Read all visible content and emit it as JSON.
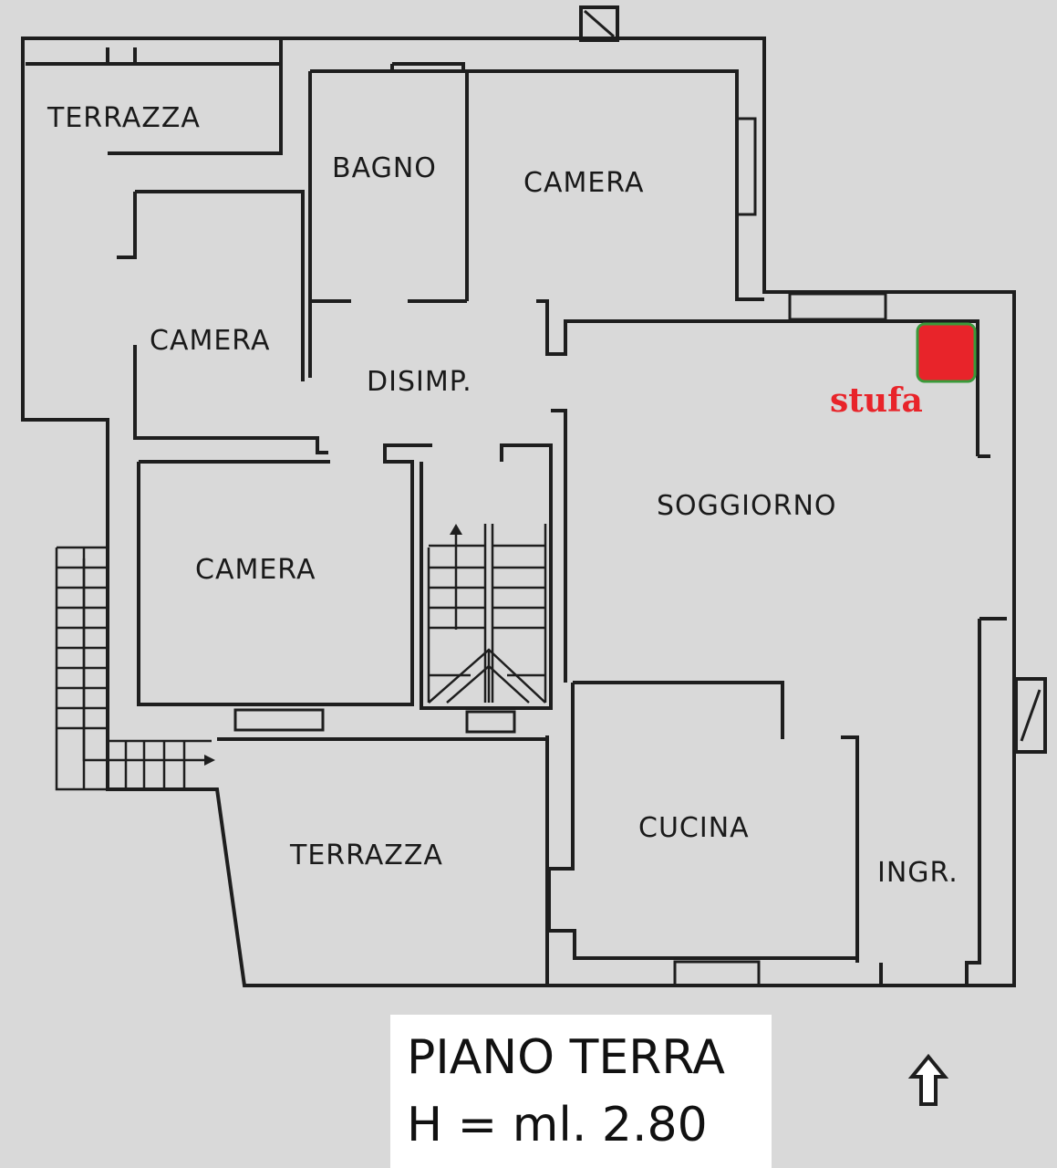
{
  "rooms": {
    "terrazza_top": "TERRAZZA",
    "bagno": "BAGNO",
    "camera_top": "CAMERA",
    "camera_left": "CAMERA",
    "disimpegno": "DISIMP.",
    "soggiorno": "SOGGIORNO",
    "camera_bottom": "CAMERA",
    "terrazza_bottom": "TERRAZZA",
    "cucina": "CUCINA",
    "ingresso": "INGR."
  },
  "stove": {
    "label": "stufa",
    "fill_color": "#e8242a",
    "border_color": "#3a9a3a",
    "label_color": "#e8242a"
  },
  "caption": {
    "floor": "PIANO TERRA",
    "height": "H = ml. 2.80"
  },
  "icons": {
    "north_arrow": "up-arrow-outline-icon",
    "stairs_direction": "arrow-up-icon",
    "outdoor_stairs_direction": "arrow-right-icon"
  }
}
